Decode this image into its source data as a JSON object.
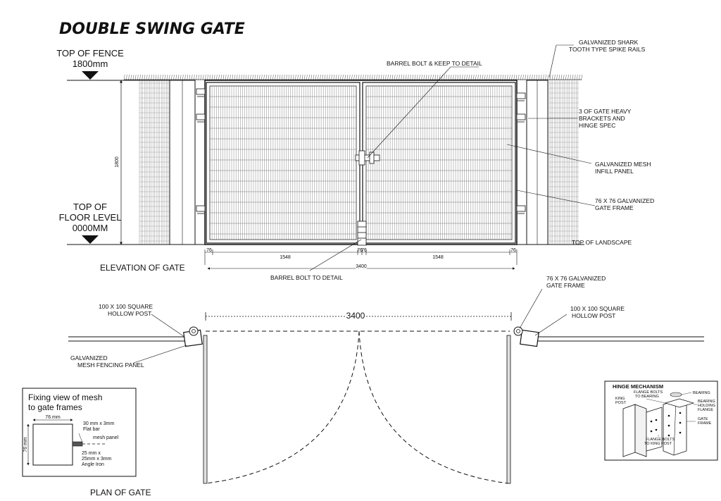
{
  "title": "DOUBLE SWING GATE",
  "elevation": {
    "top_of_fence": [
      "TOP OF FENCE",
      "1800mm"
    ],
    "floor_level": [
      "TOP OF",
      "FLOOR LEVEL",
      "0000MM"
    ],
    "height_dim": "1800",
    "caption": "ELEVATION OF GATE",
    "top_of_landscape": "TOP OF LANDSCAPE",
    "dims": {
      "post_a": "76",
      "leaf_left": "1548",
      "mid_a": "76",
      "mid_b": "76",
      "leaf_right": "1548",
      "post_b": "76",
      "total": "3400"
    },
    "callouts": {
      "spike": [
        "GALVANIZED SHARK",
        "TOOTH TYPE SPIKE RAILS"
      ],
      "barrel_keep": "BARREL BOLT & KEEP TO DETAIL",
      "brackets": [
        "3 OF GATE HEAVY",
        "BRACKETS AND",
        "HINGE SPEC"
      ],
      "mesh": [
        "GALVANIZED MESH",
        "INFILL PANEL"
      ],
      "frame": [
        "76 X 76 GALVANIZED",
        "GATE FRAME"
      ],
      "barrel": "BARREL BOLT TO DETAIL"
    }
  },
  "plan": {
    "caption": "PLAN OF GATE",
    "width_dim": "3400",
    "post_left": [
      "100 X 100 SQUARE",
      "HOLLOW POST"
    ],
    "post_right": [
      "100 X 100 SQUARE",
      "HOLLOW POST"
    ],
    "frame": [
      "76 X 76 GALVANIZED",
      "GATE FRAME"
    ],
    "fencing": [
      "GALVANIZED",
      "MESH FENCING PANEL"
    ]
  },
  "fixing_view": {
    "title": [
      "Fixing view of mesh",
      "to gate frames"
    ],
    "width": "76 mm",
    "height": "76 mm",
    "flat_bar": [
      "30 mm x 3mm",
      "Flat bar"
    ],
    "mesh_panel": "mesh panel",
    "angle": [
      "25 mm x",
      "25mm x 3mm",
      "Angle Iron"
    ]
  },
  "hinge": {
    "title": "HINGE MECHANISM",
    "bearing": "BEARING",
    "flange_bearing": [
      "FLANGE BOLTS",
      "TO BEARING"
    ],
    "king_post": [
      "KING",
      "POST"
    ],
    "holding": [
      "BEARING",
      "HOLDING",
      "FLANGE"
    ],
    "gate_frame": [
      "GATE",
      "FRAME"
    ],
    "flange_king": [
      "FLANGE BOLTS",
      "TO KING POST"
    ]
  }
}
